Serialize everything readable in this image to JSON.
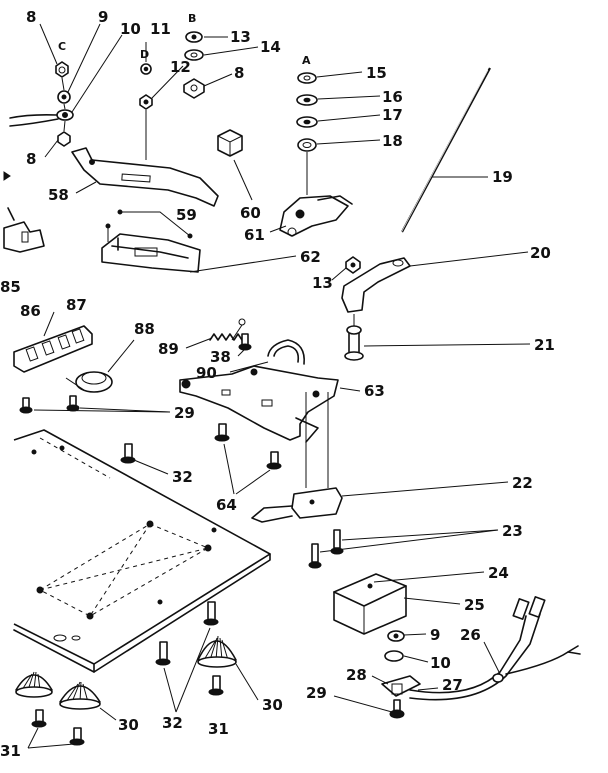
{
  "callouts": [
    {
      "id": "c8a",
      "text": "8"
    },
    {
      "id": "c9a",
      "text": "9"
    },
    {
      "id": "c10a",
      "text": "10"
    },
    {
      "id": "c11",
      "text": "11"
    },
    {
      "id": "c13a",
      "text": "13"
    },
    {
      "id": "c14",
      "text": "14"
    },
    {
      "id": "c12",
      "text": "12"
    },
    {
      "id": "c8b",
      "text": "8"
    },
    {
      "id": "c15",
      "text": "15"
    },
    {
      "id": "c16",
      "text": "16"
    },
    {
      "id": "c17",
      "text": "17"
    },
    {
      "id": "c18",
      "text": "18"
    },
    {
      "id": "c19",
      "text": "19"
    },
    {
      "id": "c8c",
      "text": "8"
    },
    {
      "id": "c58",
      "text": "58"
    },
    {
      "id": "c60",
      "text": "60"
    },
    {
      "id": "c59",
      "text": "59"
    },
    {
      "id": "c61",
      "text": "61"
    },
    {
      "id": "c62",
      "text": "62"
    },
    {
      "id": "c20",
      "text": "20"
    },
    {
      "id": "c13b",
      "text": "13"
    },
    {
      "id": "c85",
      "text": "85"
    },
    {
      "id": "c86",
      "text": "86"
    },
    {
      "id": "c87",
      "text": "87"
    },
    {
      "id": "c88",
      "text": "88"
    },
    {
      "id": "c89",
      "text": "89"
    },
    {
      "id": "c38",
      "text": "38"
    },
    {
      "id": "c21",
      "text": "21"
    },
    {
      "id": "c90",
      "text": "90"
    },
    {
      "id": "c63",
      "text": "63"
    },
    {
      "id": "c29a",
      "text": "29"
    },
    {
      "id": "c32a",
      "text": "32"
    },
    {
      "id": "c22",
      "text": "22"
    },
    {
      "id": "c64",
      "text": "64"
    },
    {
      "id": "c23",
      "text": "23"
    },
    {
      "id": "c24",
      "text": "24"
    },
    {
      "id": "c25",
      "text": "25"
    },
    {
      "id": "c9b",
      "text": "9"
    },
    {
      "id": "c26",
      "text": "26"
    },
    {
      "id": "c10b",
      "text": "10"
    },
    {
      "id": "c28",
      "text": "28"
    },
    {
      "id": "c27",
      "text": "27"
    },
    {
      "id": "c29b",
      "text": "29"
    },
    {
      "id": "c30a",
      "text": "30"
    },
    {
      "id": "c32b",
      "text": "32"
    },
    {
      "id": "c30b",
      "text": "30"
    },
    {
      "id": "c31a",
      "text": "31"
    },
    {
      "id": "c31b",
      "text": "31"
    }
  ],
  "letters": [
    {
      "id": "lB",
      "text": "B"
    },
    {
      "id": "lC",
      "text": "C"
    },
    {
      "id": "lD",
      "text": "D"
    },
    {
      "id": "lA",
      "text": "A"
    }
  ]
}
